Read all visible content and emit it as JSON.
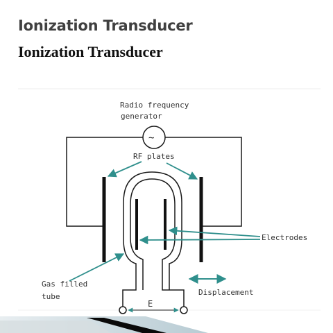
{
  "slide": {
    "title": "Ionization Transducer"
  },
  "figure": {
    "title": "Ionization Transducer",
    "labels": {
      "rf_generator_line1": "Radio frequency",
      "rf_generator_line2": "generator",
      "generator_symbol": "~",
      "rf_plates": "RF plates",
      "electrodes": "Electrodes",
      "gas_tube_line1": "Gas filled",
      "gas_tube_line2": "tube",
      "voltage": "E",
      "displacement": "Displacement"
    },
    "colors": {
      "line": "#1a1a1a",
      "arrow": "#2f8f8c",
      "bottom_band_dark": "#0a0a0a",
      "bottom_band_light": "#c5d5dc"
    }
  }
}
